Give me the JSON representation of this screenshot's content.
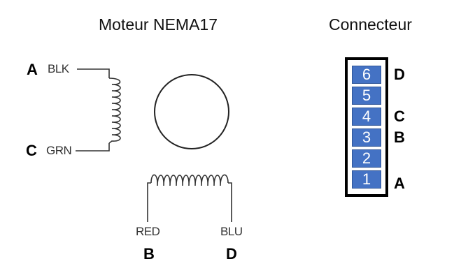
{
  "titles": {
    "motor": "Moteur NEMA17",
    "connector": "Connecteur"
  },
  "wires": {
    "blk": "BLK",
    "grn": "GRN",
    "red": "RED",
    "blu": "BLU"
  },
  "motor_phases": {
    "blk": "A",
    "grn": "C",
    "red": "B",
    "blu": "D"
  },
  "connector": {
    "pins": [
      "6",
      "5",
      "4",
      "3",
      "2",
      "1"
    ],
    "phase_labels": {
      "pin6": "D",
      "pin4": "C",
      "pin3": "B",
      "pin1": "A"
    },
    "pin_color": "#4472C4"
  }
}
